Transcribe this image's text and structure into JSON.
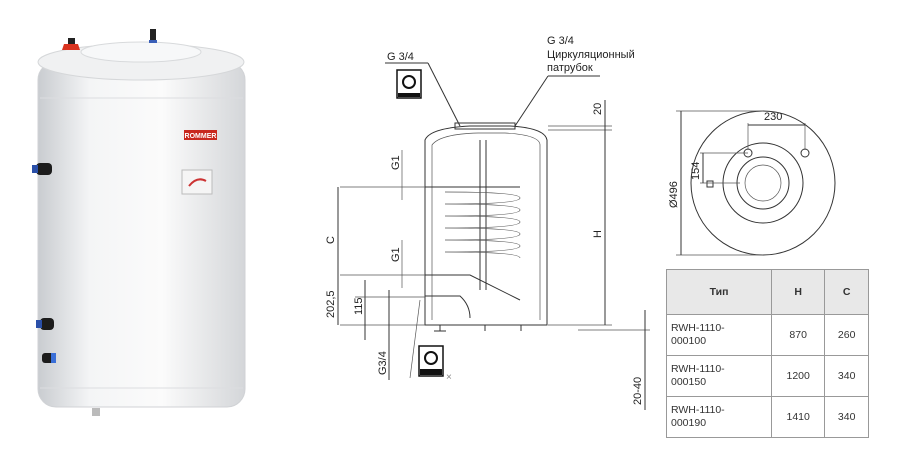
{
  "product": {
    "brand_logo": "ROMMER"
  },
  "drawing": {
    "label_top_left": "G 3/4",
    "label_top_right": "G 3/4",
    "circulation_line1": "Циркуляционный",
    "circulation_line2": "патрубок",
    "dim_top": "20",
    "g1_upper": "G1",
    "g1_lower": "G1",
    "dim_c": "C",
    "dim_h": "H",
    "dim_2025": "202,5",
    "dim_115": "115",
    "label_bottom": "G3/4",
    "dim_feet": "20-40"
  },
  "top_view": {
    "dim_width": "230",
    "dim_offset": "154",
    "dim_diameter": "Ø496"
  },
  "table": {
    "headers": [
      "Тип",
      "H",
      "C"
    ],
    "rows": [
      {
        "type_line1": "RWH-1110-",
        "type_line2": "000100",
        "h": "870",
        "c": "260"
      },
      {
        "type_line1": "RWH-1110-",
        "type_line2": "000150",
        "h": "1200",
        "c": "340"
      },
      {
        "type_line1": "RWH-1110-",
        "type_line2": "000190",
        "h": "1410",
        "c": "340"
      }
    ]
  }
}
